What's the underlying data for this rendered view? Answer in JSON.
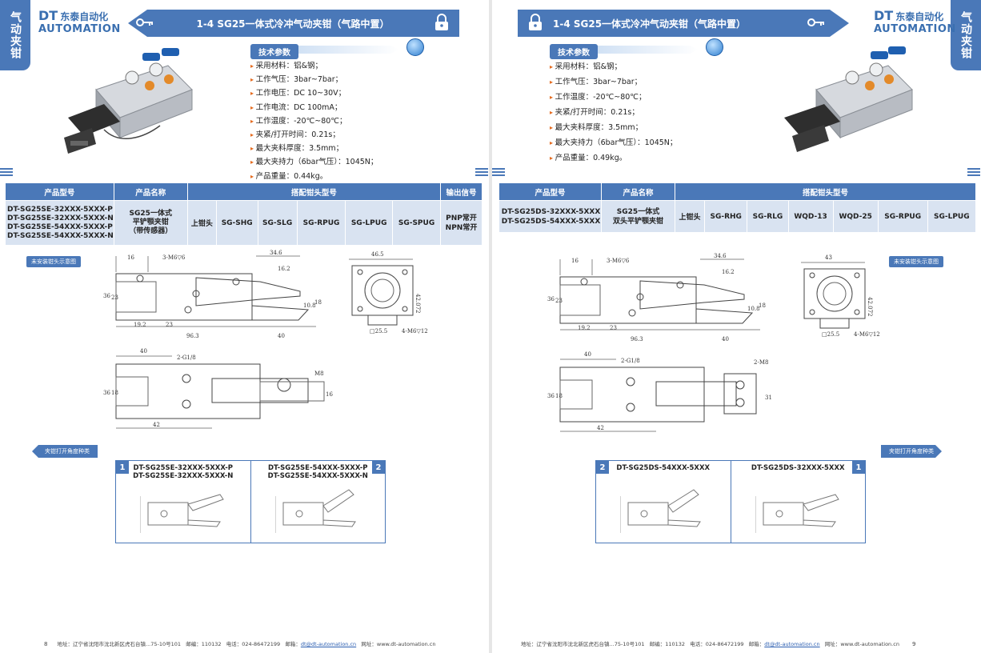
{
  "left": {
    "side_tab": "气动夹钳",
    "logo": {
      "dt": "DT",
      "cn": "东泰自动化",
      "en": "AUTOMATION"
    },
    "title": "1-4  SG25一体式冷冲气动夹钳（气路中置）",
    "params_header": "技术参数",
    "params": [
      "采用材料：铝&钢；",
      "工作气压：3bar~7bar；",
      "工作电压：DC 10~30V；",
      "工作电流：DC 100mA；",
      "工作温度：-20℃~80℃；",
      "夹紧/打开时间：0.21s；",
      "最大夹料厚度：3.5mm；",
      "最大夹持力（6bar气压）：1045N；",
      "产品重量：0.44kg。"
    ],
    "table": {
      "headers": [
        "产品型号",
        "产品名称",
        "搭配钳头型号",
        "输出信号"
      ],
      "models": [
        "DT-SG25SE-32XXX-5XXX-P",
        "DT-SG25SE-32XXX-5XXX-N",
        "DT-SG25SE-54XXX-5XXX-P",
        "DT-SG25SE-54XXX-5XXX-N"
      ],
      "name": [
        "SG25一体式",
        "平铲颚夹钳",
        "（带传感器）"
      ],
      "heads": [
        "上钳头",
        "SG-SHG",
        "SG-SLG",
        "SG-RPUG",
        "SG-LPUG",
        "SG-SPUG"
      ],
      "signals": [
        "PNP常开",
        "NPN常开"
      ]
    },
    "install_label": "未安装钳头示意图",
    "dims": {
      "d16": "16",
      "m6": "3-M6▽6",
      "d34_6": "34.6",
      "d16_2": "16.2",
      "d36": "36",
      "d23": "23",
      "d10_8": "10.8",
      "d18": "18",
      "d19_2": "19.2",
      "d23b": "23",
      "d96_3": "96.3",
      "d40": "40",
      "d46_5": "46.5",
      "d42_072": "42.072",
      "sq25_5": "□25.5",
      "m6b": "4-M6▽12",
      "d40b": "40",
      "g18": "2-G1/8",
      "m8": "M8",
      "d36b": "36",
      "d18b": "18",
      "d16b": "16",
      "d42": "42"
    },
    "angle_tag": "夹钳打开角度种类",
    "angles": [
      {
        "num": "1",
        "models": [
          "DT-SG25SE-32XXX-5XXX-P",
          "DT-SG25SE-32XXX-5XXX-N"
        ]
      },
      {
        "num": "2",
        "models": [
          "DT-SG25SE-54XXX-5XXX-P",
          "DT-SG25SE-54XXX-5XXX-N"
        ]
      }
    ],
    "footer": {
      "page": "8",
      "address": "地址：辽宁省沈阳市沈北新区虎石台镇...75-10号101",
      "postcode": "邮编：110132",
      "phone": "电话：024-86472199",
      "email_label": "邮箱：",
      "email": "dt@dt-automation.cn",
      "web": "网址：www.dt-automation.cn"
    }
  },
  "right": {
    "side_tab": "气动夹钳",
    "logo": {
      "dt": "DT",
      "cn": "东泰自动化",
      "en": "AUTOMATION"
    },
    "title": "1-4  SG25一体式冷冲气动夹钳（气路中置）",
    "params_header": "技术参数",
    "params": [
      "采用材料：铝&钢；",
      "工作气压：3bar~7bar；",
      "工作温度：-20℃~80℃；",
      "夹紧/打开时间：0.21s；",
      "最大夹料厚度：3.5mm；",
      "最大夹持力（6bar气压）：1045N；",
      "产品重量：0.49kg。"
    ],
    "table": {
      "headers": [
        "产品型号",
        "产品名称",
        "搭配钳头型号"
      ],
      "models": [
        "DT-SG25DS-32XXX-5XXX",
        "DT-SG25DS-54XXX-5XXX"
      ],
      "name": [
        "SG25一体式",
        "双头平铲颚夹钳"
      ],
      "heads": [
        "上钳头",
        "SG-RHG",
        "SG-RLG",
        "WQD-13",
        "WQD-25",
        "SG-RPUG",
        "SG-LPUG"
      ]
    },
    "install_label": "未安装钳头示意图",
    "dims": {
      "d16": "16",
      "m6": "3-M6▽6",
      "d34_6": "34.6",
      "d16_2": "16.2",
      "d36": "36",
      "d23": "23",
      "d10_8": "10.8",
      "d18": "18",
      "d19_2": "19.2",
      "d23b": "23",
      "d96_3": "96.3",
      "d40": "40",
      "d43": "43",
      "d42_072": "42.072",
      "sq25_5": "□25.5",
      "m6b": "4-M6▽12",
      "d40b": "40",
      "g18": "2-G1/8",
      "m8": "2-M8",
      "d36b": "36",
      "d18b": "18",
      "d31": "31",
      "d42": "42"
    },
    "angle_tag": "夹钳打开角度种类",
    "angles": [
      {
        "num": "2",
        "models": [
          "DT-SG25DS-54XXX-5XXX"
        ]
      },
      {
        "num": "1",
        "models": [
          "DT-SG25DS-32XXX-5XXX"
        ]
      }
    ],
    "footer": {
      "page": "9",
      "address": "地址：辽宁省沈阳市沈北新区虎石台镇...75-10号101",
      "postcode": "邮编：110132",
      "phone": "电话：024-86472199",
      "email_label": "邮箱：",
      "email": "dt@dt-automation.cn",
      "web": "网址：www.dt-automation.cn"
    }
  }
}
